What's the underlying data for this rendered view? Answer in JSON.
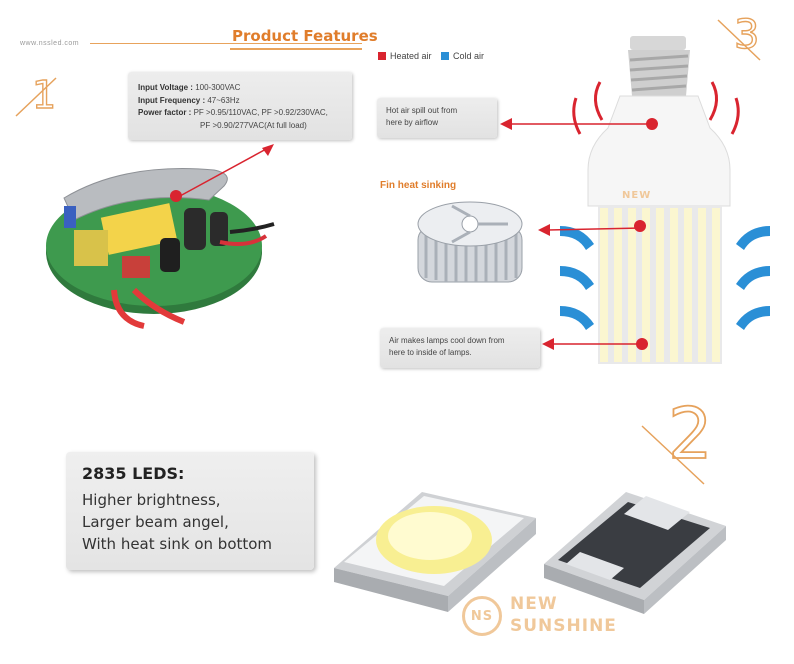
{
  "header": {
    "site_url": "www.nssled.com",
    "title": "Product Features"
  },
  "legend": {
    "heated": {
      "label": "Heated air",
      "color": "#d9242f"
    },
    "cold": {
      "label": "Cold air",
      "color": "#2a8fd6"
    }
  },
  "steps": {
    "one": "1",
    "two": "2",
    "three": "3"
  },
  "specs": {
    "voltage_label": "Input Voltage :",
    "voltage_value": "100-300VAC",
    "frequency_label": "Input Frequency :",
    "frequency_value": "47~63Hz",
    "pf_label": "Power factor :",
    "pf_line1": "PF >0.95/110VAC, PF >0.92/230VAC,",
    "pf_line2": "PF >0.90/277VAC(At full load)"
  },
  "callouts": {
    "hot_air_line1": "Hot air spill out from",
    "hot_air_line2": "here by airflow",
    "fin_title": "Fin heat sinking",
    "cool_air_line1": "Air makes lamps cool down from",
    "cool_air_line2": "here to inside of lamps."
  },
  "leds": {
    "heading": "2835 LEDS:",
    "line1": "Higher brightness,",
    "line2": "Larger beam angel,",
    "line3": "With heat sink on bottom"
  },
  "brand": {
    "logo_text": "NS",
    "name_line1": "NEW",
    "name_line2": "SUNSHINE"
  },
  "colors": {
    "accent": "#e07d2b",
    "arrow_red": "#d9242f",
    "arrow_blue": "#2a8fd6"
  }
}
